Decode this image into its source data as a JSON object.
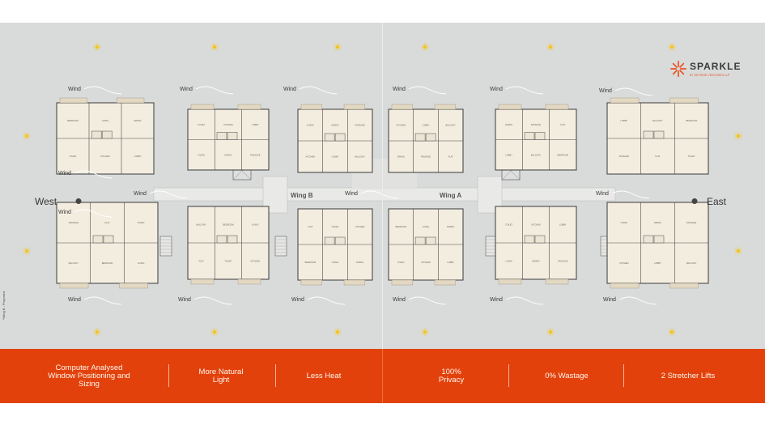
{
  "brand": {
    "name": "SPARKLE",
    "tagline": "BY SKYRISE VENTURES LLP",
    "accent": "#e8501f"
  },
  "plan": {
    "wind_label": "Wind",
    "west_label": "West",
    "east_label": "East",
    "wing_a_label": "Wing A",
    "wing_b_label": "Wing B",
    "side_note": "*Wing B - Proposed",
    "room_labels": [
      "BEDROOM",
      "TOILET",
      "LIVING",
      "KITCHEN",
      "DINING",
      "LOBBY",
      "PASSAGE",
      "BALCONY",
      "FLAT"
    ]
  },
  "features": {
    "f1": "Computer Analysed Window Positioning and Sizing",
    "f2": "More Natural Light",
    "f3": "Less Heat",
    "f4": "100% Privacy",
    "f5": "0% Wastage",
    "f6": "2 Stretcher Lifts"
  },
  "colors": {
    "band": "#e3410b",
    "canvas": "#d9dbdb",
    "room": "#f3ede0",
    "wall": "#4a4a4a"
  }
}
